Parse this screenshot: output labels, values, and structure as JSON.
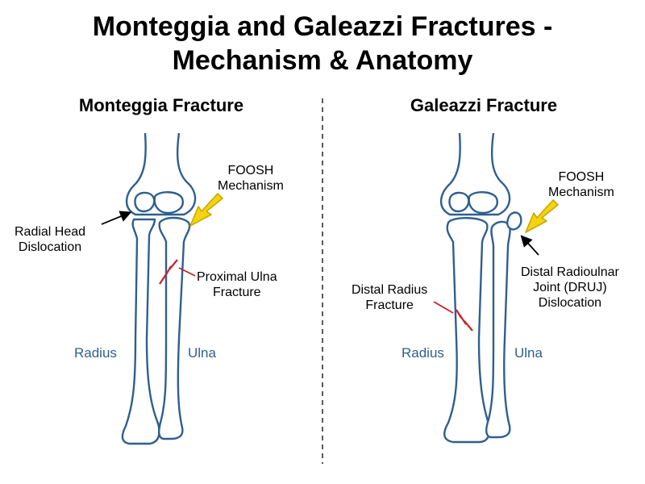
{
  "title_line1": "Monteggia and Galeazzi Fractures -",
  "title_line2": "Mechanism & Anatomy",
  "colors": {
    "bone_outline": "#2f5f8f",
    "bone_label": "#2f5f8f",
    "fracture": "#c8232c",
    "arrow_fill": "#f5d40f",
    "arrow_stroke": "#c9a800",
    "divider": "#333333"
  },
  "monteggia": {
    "heading": "Monteggia Fracture",
    "foosh_line1": "FOOSH",
    "foosh_line2": "Mechanism",
    "radial_head_line1": "Radial Head",
    "radial_head_line2": "Dislocation",
    "ulna_fracture_line1": "Proximal Ulna",
    "ulna_fracture_line2": "Fracture",
    "radius_label": "Radius",
    "ulna_label": "Ulna"
  },
  "galeazzi": {
    "heading": "Galeazzi Fracture",
    "foosh_line1": "FOOSH",
    "foosh_line2": "Mechanism",
    "radius_fracture_line1": "Distal Radius",
    "radius_fracture_line2": "Fracture",
    "druj_line1": "Distal Radioulnar",
    "druj_line2": "Joint (DRUJ)",
    "druj_line3": "Dislocation",
    "radius_label": "Radius",
    "ulna_label": "Ulna"
  }
}
